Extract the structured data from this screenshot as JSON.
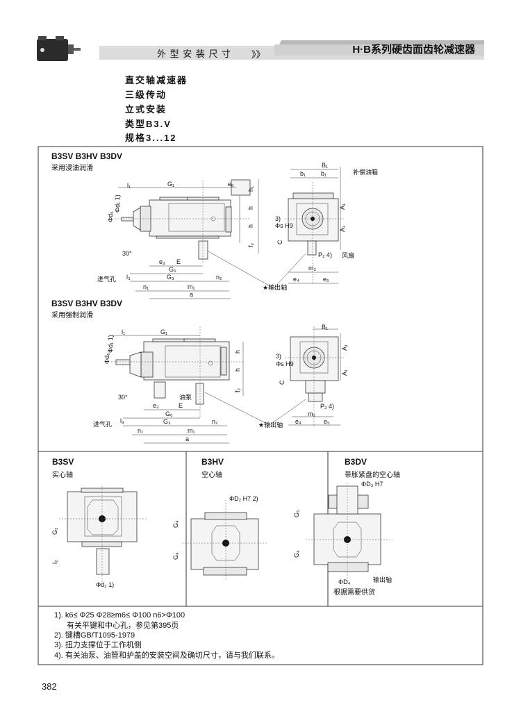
{
  "header": {
    "section": "外 型 安 装 尺 寸",
    "arrows": "》》",
    "title": "H·B系列硬齿面齿轮减速器",
    "colors": {
      "band_light": "#dcdcdc",
      "band_dark": "#b9b9b9"
    }
  },
  "intro": [
    "直交轴减速器",
    "三级传动",
    "立式安装",
    "类型B3.V",
    "规格3...12"
  ],
  "section1": {
    "models": "B3SV  B3HV  B3DV",
    "lubrication": "采用浸油润滑",
    "labels": [
      "l₁",
      "G₁",
      "e₆",
      "h₁",
      "h",
      "h",
      "f₂",
      "Φd₆",
      "Φd₁ 1)",
      "30°",
      "进气孔",
      "l₃",
      "e₃",
      "E",
      "G₆",
      "G₃",
      "n₂",
      "n₁",
      "m₁",
      "a",
      "★输出轴",
      "B₁",
      "b₁",
      "b₁",
      "补偿油箱",
      "A₁",
      "A₁",
      "3)",
      "Φs H9",
      "C",
      "风扇",
      "P₂ 4)",
      "m₂",
      "e₄",
      "e₅"
    ]
  },
  "section2": {
    "models": "B3SV  B3HV  B3DV",
    "lubrication": "采用强制润滑",
    "labels": [
      "l₁",
      "G₁",
      "h",
      "h",
      "f₂",
      "Φd₆",
      "Φd₁ 1)",
      "30°",
      "进气孔",
      "l₃",
      "油泵",
      "e₃",
      "E",
      "G₆",
      "G₃",
      "n₂",
      "n₁",
      "m₁",
      "a",
      "★输出轴",
      "B₁",
      "A₁",
      "A₁",
      "3)",
      "Φs H9",
      "C",
      "P₂ 4)",
      "m₂",
      "e₄",
      "e₅"
    ]
  },
  "variants": [
    {
      "model": "B3SV",
      "desc": "实心轴",
      "labels": [
        "G₂",
        "l₂",
        "Φd₂ 1)"
      ]
    },
    {
      "model": "B3HV",
      "desc": "空心轴",
      "labels": [
        "ΦD₂ H7 2)",
        "G₄",
        "G₄"
      ]
    },
    {
      "model": "B3DV",
      "desc": "带胀紧盘的空心轴",
      "labels": [
        "ΦD₃ H7",
        "G₅",
        "G₄",
        "ΦD₄",
        "输出轴"
      ],
      "note": "根据需要供货"
    }
  ],
  "notes": [
    "1). k6≤ Φ25  Φ28≥m6≤ Φ100  n6>Φ100",
    "有关平键和中心孔，参见第395页",
    "2). 键槽GB/T1095-1979",
    "3). 扭力支撑位于工作机侧",
    "4). 有关油泵、油管和护盖的安装空间及确切尺寸，请与我们联系。"
  ],
  "page_number": "382"
}
